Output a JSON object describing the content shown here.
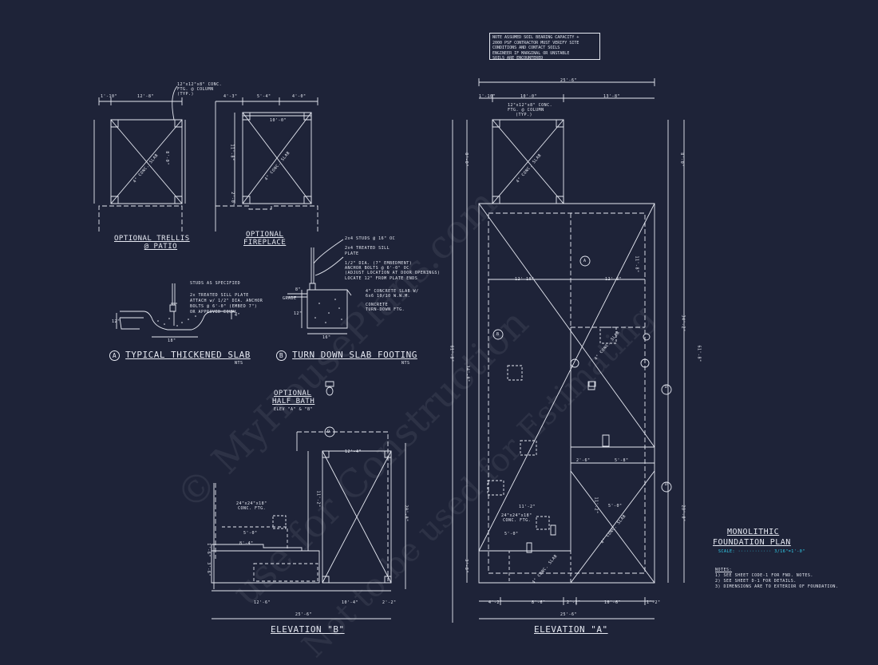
{
  "soil_note": [
    "NOTE ASSUMED SOIL BEARING CAPACITY +",
    "2000 PSF CONTRACTOR MUST VERIFY SITE",
    "CONDITIONS AND CONTACT SOILS",
    "ENGINEER IF MARGINAL OR UNSTABLE",
    "SOILS ARE ENCOUNTERED"
  ],
  "trellis": {
    "title": "OPTIONAL TRELLIS",
    "subtitle": "@ PATIO",
    "dim_left": "1'-10\"",
    "dim_main": "12'-8\"",
    "dim_side": "8'-0\"",
    "col_note": [
      "12\"x12\"x8\" CONC.",
      "FTG. @ COLUMN",
      "(TYP.)"
    ],
    "diag_note": "4\" CONC. SLAB"
  },
  "fireplace": {
    "title": "OPTIONAL",
    "subtitle": "FIREPLACE",
    "dim_a": "4'-3\"",
    "dim_b": "5'-4\"",
    "dim_c": "4'-0\"",
    "dim_inner": "10'-0\"",
    "dim_side": "11'-8\"",
    "dim_small": "2'-0\""
  },
  "detail_a": {
    "marker": "A",
    "title": "TYPICAL THICKENED SLAB",
    "scale": "NTS",
    "notes": [
      "STUDS AS SPECIFIED",
      "2x TREATED SILL PLATE",
      "ATTACH w/ 1/2\" DIA. ANCHOR",
      "BOLTS @ 6'-0\" (EMBED 7\")",
      "OR APPROVED EQUAL"
    ],
    "dim_bottom": "18\"",
    "dim_side": "12\"",
    "dim_right": "4\""
  },
  "detail_b": {
    "marker": "B",
    "title": "TURN DOWN SLAB FOOTING",
    "scale": "NTS",
    "notes": [
      "2x4 STUDS @ 16\" OC",
      "2x4 TREATED SILL",
      "PLATE",
      "1/2\" DIA. (7\" EMBEDMENT)",
      "ANCHOR BOLTS @ 6'-0\" OC",
      "(ADJUST LOCATION AT DOOR OPENINGS)",
      "LOCATE 12\" FROM PLATE ENDS",
      "4\" CONCRETE SLAB W/",
      "6x6 10/10 W.W.M.",
      "CONCRETE",
      "TURN-DOWN FTG."
    ],
    "grade": "GRADE",
    "dim_8": "8\"",
    "dim_12": "12\"",
    "dim_16": "16\""
  },
  "half_bath": {
    "title": "OPTIONAL",
    "subtitle": "HALF BATH",
    "elev": "ELEV \"A\" & \"B\""
  },
  "elev_b": {
    "title": "ELEVATION \"B\"",
    "ftg_note": [
      "24\"x24\"x18\"",
      "CONC. FTG."
    ],
    "dims": {
      "top": "12'-4\"",
      "side_a": "11'-2\"",
      "side_b": "20'-0\"",
      "d1": "5'-0\"",
      "d2": "8'-4\"",
      "d3": "1'-6\"",
      "d4": "3'-6\"",
      "b1": "12'-6\"",
      "b2": "10'-4\"",
      "b3": "2'-2\"",
      "total": "25'-6\""
    }
  },
  "elev_a": {
    "title": "ELEVATION \"A\"",
    "dims": {
      "top_total": "25'-6\"",
      "top_a": "1'-10\"",
      "top_b": "10'-0\"",
      "top_c": "13'-8\"",
      "col_note": [
        "12\"x12\"x8\" CONC.",
        "FTG. @ COLUMN",
        "(TYP.)"
      ],
      "left_a": "8'-0\"",
      "left_b": "34'-0\"",
      "left_c": "61'-8\"",
      "left_d": "3'-8\"",
      "right_a": "8'-0\"",
      "right_b": "34'-2\"",
      "right_c": "61'-8\"",
      "right_d": "28'-0\"",
      "mid_a": "12'-10\"",
      "mid_b": "12'-8\"",
      "mid_c": "11'-8\"",
      "r1": "2'-6\"",
      "r2": "5'-8\"",
      "r3": "11'-2\"",
      "r4": "5'-0\"",
      "ftg_note": [
        "24\"x24\"x18\"",
        "CONC. FTG."
      ],
      "b1": "4'-2\"",
      "b2": "8'-6\"",
      "b3": "2'-2\"",
      "b4": "10'-6\"",
      "b5": "1'-2\"",
      "b_total": "25'-6\""
    },
    "markers": [
      "A",
      "B",
      "D",
      "D"
    ]
  },
  "legend": {
    "title_1": "MONOLITHIC",
    "title_2": "FOUNDATION PLAN",
    "scale_label": "SCALE:",
    "scale_value": "3/16\"=1'-0\"",
    "notes_label": "NOTES:",
    "notes": [
      "1) SEE SHEET CODE-1 FOR FND. NOTES.",
      "2) SEE SHEET D-1 FOR DETAILS.",
      "3) DIMENSIONS ARE TO EXTERIOR OF FOUNDATION."
    ]
  },
  "watermarks": [
    "© MyHousePlans.com",
    "use for Construction",
    "Not to be used for Estimating"
  ],
  "colors": {
    "background": "#1e2338",
    "line": "#e6e9f2",
    "accent": "#32d3f0"
  }
}
